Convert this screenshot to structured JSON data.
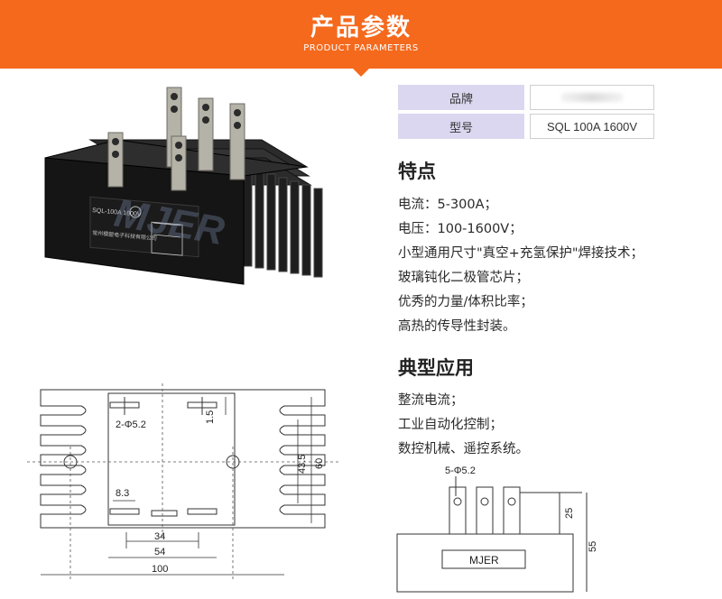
{
  "banner": {
    "title": "产品参数",
    "subtitle": "PRODUCT PARAMETERS"
  },
  "params": {
    "brand_label": "品牌",
    "model_label": "型号",
    "model_value": "SQL 100A 1600V"
  },
  "product": {
    "part_label": "SQL-100A 1600V",
    "maker_label": "常州模塑电子科技有限公司",
    "watermark": "MJER"
  },
  "features": {
    "title": "特点",
    "lines": [
      "电流：5-300A；",
      "电压：100-1600V；",
      "小型通用尺寸\"真空+充氢保护\"焊接技术；",
      "玻璃钝化二极管芯片；",
      "优秀的力量/体积比率；",
      "高热的传导性封装。"
    ]
  },
  "applications": {
    "title": "典型应用",
    "lines": [
      "整流电流；",
      "工业自动化控制；",
      "数控机械、遥控系统。"
    ]
  },
  "drawing_top": {
    "hole_label": "2-Φ5.2",
    "dim_1_5": "1.5",
    "dim_8_3": "8.3",
    "dim_43_5": "43.5",
    "dim_60": "60",
    "dim_34": "34",
    "dim_54": "54",
    "dim_100": "100"
  },
  "drawing_side": {
    "hole_label": "5-Φ5.2",
    "dim_25": "25",
    "dim_55": "55",
    "brand": "MJER"
  }
}
